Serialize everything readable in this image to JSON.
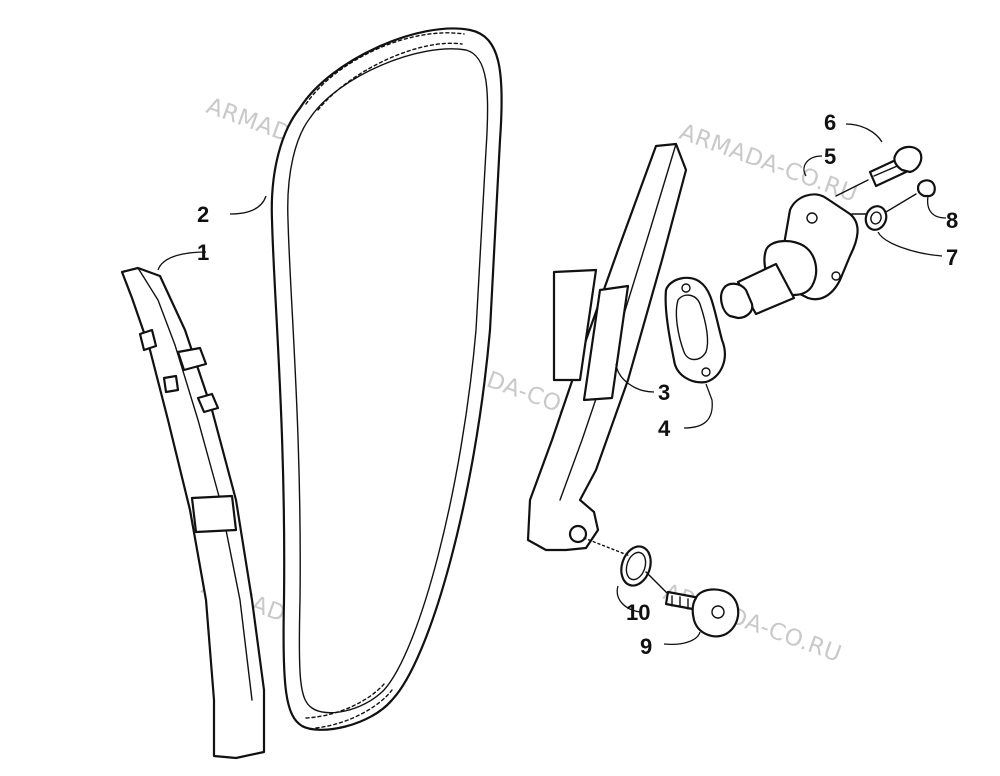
{
  "watermark": "ARMADA-CO.RU",
  "callouts": {
    "c1": "1",
    "c2": "2",
    "c3": "3",
    "c4": "4",
    "c5": "5",
    "c6": "6",
    "c7": "7",
    "c8": "8",
    "c9": "9",
    "c10": "10"
  }
}
